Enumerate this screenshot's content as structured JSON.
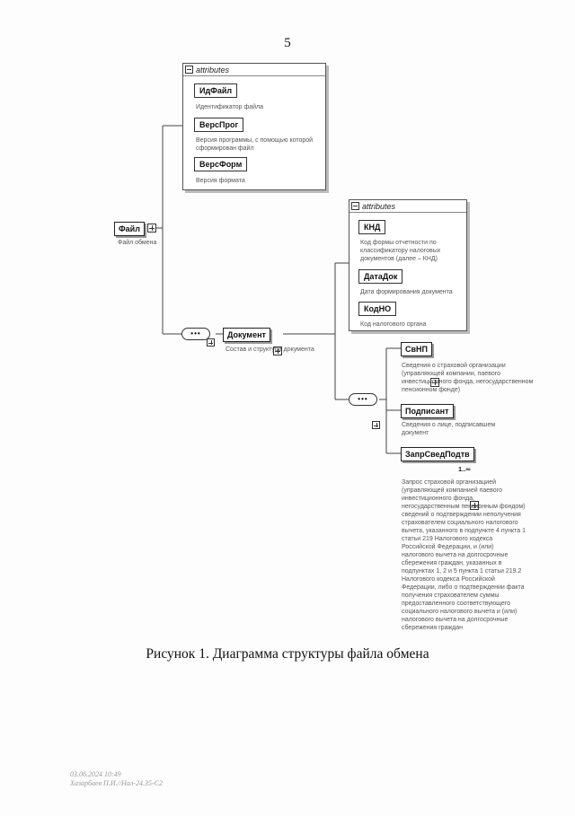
{
  "page_number": "5",
  "caption": "Рисунок 1. Диаграмма структуры файла обмена",
  "root": {
    "name": "Файл",
    "desc": "Файл обмена",
    "attributes_label": "attributes",
    "attributes": [
      {
        "name": "ИдФайл",
        "desc": "Идентификатор файла"
      },
      {
        "name": "ВерсПрог",
        "desc": "Версия программы, с помощью которой сформирован файл"
      },
      {
        "name": "ВерсФорм",
        "desc": "Версия формата"
      }
    ]
  },
  "document": {
    "name": "Документ",
    "desc": "Состав и структура документа",
    "sequence_symbol": "•••",
    "attributes_label": "attributes",
    "attributes": [
      {
        "name": "КНД",
        "desc": "Код формы отчетности по классификатору налоговых документов (далее – КНД)"
      },
      {
        "name": "ДатаДок",
        "desc": "Дата формирования документа"
      },
      {
        "name": "КодНО",
        "desc": "Код налогового органа"
      }
    ]
  },
  "children": {
    "sequence_symbol": "•••",
    "items": [
      {
        "name": "СвНП",
        "desc": "Сведения о страховой организации (управляющей компании, паевого инвестиционного фонда, негосударственном пенсионном фонде)"
      },
      {
        "name": "Подписант",
        "desc": "Сведения о лице, подписавшем документ"
      },
      {
        "name": "ЗапрСведПодтв",
        "multiplicity": "1..∞",
        "desc": "Запрос страховой организацией (управляющей компанией паевого инвестиционного фонда, негосударственным пенсионным фондом) сведений о подтверждении неполучения страхователем социального налогового вычета, указанного в подпункте 4 пункта 1 статьи 219 Налогового кодекса Российской Федерации, и (или) налогового вычета на долгосрочные сбережения граждан, указанных в подпунктах 1, 2 и 5 пункта 1 статьи 219.2 Налогового кодекса Российской Федерации, либо о подтверждении факта получения страхователем суммы предоставленного соответствующего социального налогового вычета и (или) налогового вычета на долгосрочные сбережения граждан"
      }
    ]
  },
  "stamp": {
    "line1": "03.06.2024 10:49",
    "line2": "Хазарбаев П.И.//Нал-24.35-С2"
  }
}
